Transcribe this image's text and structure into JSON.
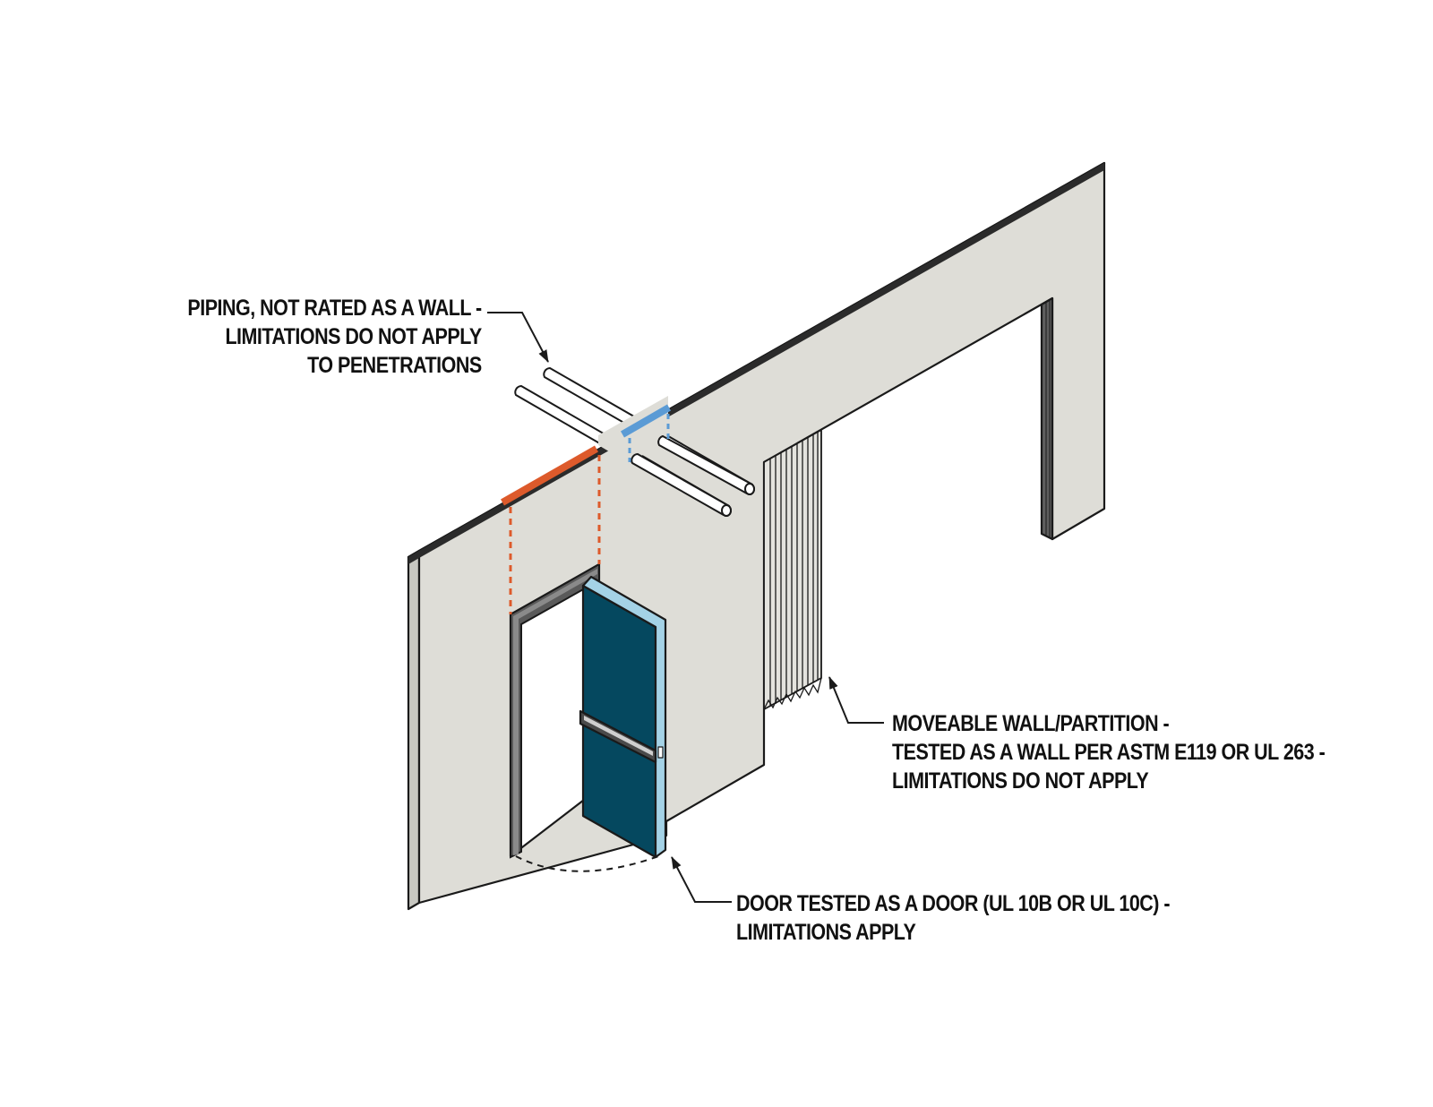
{
  "callouts": {
    "piping": {
      "line1": "PIPING, NOT RATED AS A WALL -",
      "line2": "LIMITATIONS DO NOT APPLY",
      "line3": "TO PENETRATIONS"
    },
    "moveable_wall": {
      "line1": "MOVEABLE WALL/PARTITION -",
      "line2": "TESTED AS A WALL PER ASTM E119 OR UL 263 -",
      "line3": "LIMITATIONS DO NOT APPLY"
    },
    "door": {
      "line1": "DOOR TESTED AS A DOOR (UL 10B OR UL 10C) -",
      "line2": "LIMITATIONS APPLY"
    }
  },
  "colors": {
    "wall_face": "#deddd7",
    "wall_edge": "#c7c7c1",
    "wall_top": "#2b2b2b",
    "door_face": "#05485f",
    "door_edge": "#a4d2e6",
    "door_frame": "#5a5a5a",
    "door_opening_marker": "#dd5a2b",
    "piping_marker": "#5b9bd5",
    "outline": "#1a1a1a"
  }
}
